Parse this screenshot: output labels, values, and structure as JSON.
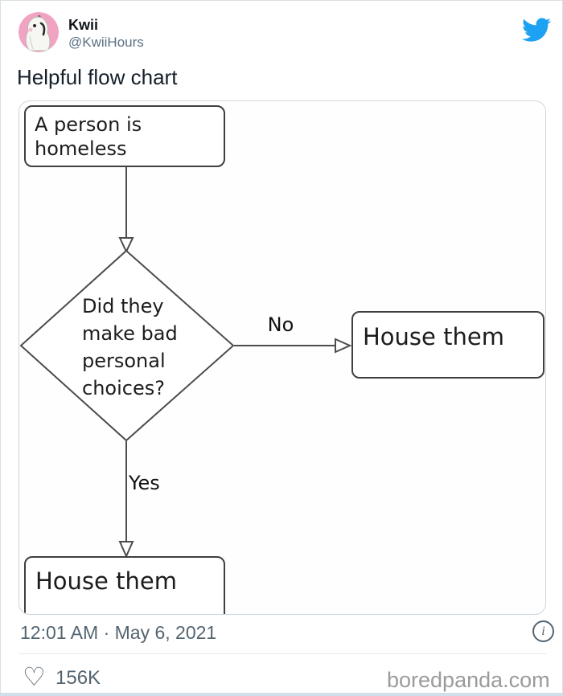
{
  "tweet": {
    "author_name": "Kwii",
    "author_handle": "@KwiiHours",
    "body": "Helpful flow chart",
    "timestamp": "12:01 AM · May 6, 2021",
    "likes": "156K"
  },
  "flowchart": {
    "start_box": "A person is homeless",
    "decision_diamond": "Did they make bad personal choices?",
    "no_label": "No",
    "no_result_box": "House them",
    "yes_label": "Yes",
    "yes_result_box": "House them"
  },
  "watermark": "boredpanda.com",
  "icons": {
    "heart_glyph": "♡",
    "info_glyph": "i"
  },
  "colors": {
    "brand_blue": "#1da1f2",
    "muted_gray": "#536471",
    "avatar_pink": "#f1a3c2",
    "flowchart_line": "#4c4c4c",
    "watermark_gray": "#9b9b9b"
  }
}
